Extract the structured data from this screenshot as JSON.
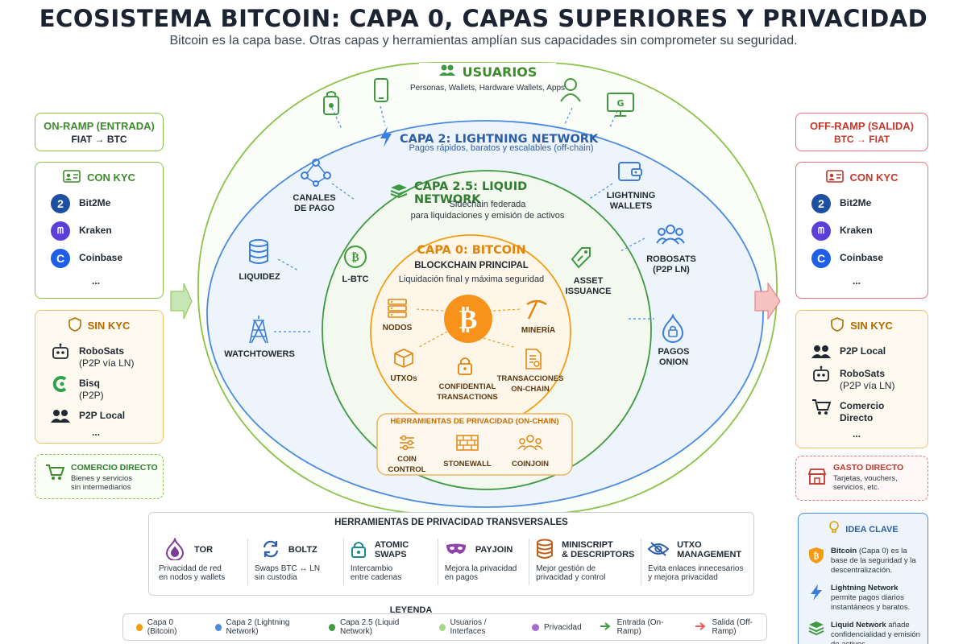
{
  "title": "ECOSISTEMA BITCOIN: CAPA 0, CAPAS SUPERIORES Y PRIVACIDAD",
  "subtitle": "Bitcoin es la capa base. Otras capas y herramientas amplían sus capacidades sin comprometer su seguridad.",
  "colors": {
    "orange": "#f39c12",
    "blue": "#3b7ddd",
    "green": "#3f9a3f",
    "lightgreen": "#8bc34a",
    "purple": "#8e44ad",
    "red": "#d63b3b"
  },
  "onramp": {
    "title": "ON-RAMP (ENTRADA)",
    "sub": "FIAT → BTC",
    "kyc": {
      "title": "CON KYC",
      "items": [
        {
          "name": "Bit2Me",
          "icon": "bit2me-logo"
        },
        {
          "name": "Kraken",
          "icon": "kraken-logo"
        },
        {
          "name": "Coinbase",
          "icon": "coinbase-logo"
        }
      ],
      "more": "..."
    },
    "nokyc": {
      "title": "SIN KYC",
      "items": [
        {
          "name": "RoboSats",
          "sub": "(P2P vía LN)",
          "icon": "robot-icon"
        },
        {
          "name": "Bisq",
          "sub": "(P2P)",
          "icon": "bisq-logo"
        },
        {
          "name": "P2P Local",
          "sub": "",
          "icon": "people-icon"
        }
      ],
      "more": "..."
    },
    "commerce": {
      "title": "COMERCIO DIRECTO",
      "desc1": "Bienes y servicios",
      "desc2": "sin intermediarios"
    }
  },
  "offramp": {
    "title": "OFF-RAMP (SALIDA)",
    "sub": "BTC → FIAT",
    "kyc": {
      "title": "CON KYC",
      "items": [
        {
          "name": "Bit2Me",
          "icon": "bit2me-logo"
        },
        {
          "name": "Kraken",
          "icon": "kraken-logo"
        },
        {
          "name": "Coinbase",
          "icon": "coinbase-logo"
        }
      ],
      "more": "..."
    },
    "nokyc": {
      "title": "SIN KYC",
      "items": [
        {
          "name": "P2P Local",
          "sub": "",
          "icon": "people-icon"
        },
        {
          "name": "RoboSats",
          "sub": "(P2P vía LN)",
          "icon": "robot-icon"
        },
        {
          "name": "Comercio",
          "sub": "Directo",
          "icon": "cart-icon"
        }
      ],
      "more": "..."
    },
    "spend": {
      "title": "GASTO DIRECTO",
      "desc1": "Tarjetas, vouchers,",
      "desc2": "servicios, etc."
    }
  },
  "users": {
    "title": "USUARIOS",
    "desc": "Personas, Wallets, Hardware Wallets, Apps"
  },
  "layer2": {
    "title": "CAPA 2: LIGHTNING NETWORK",
    "desc": "Pagos rápidos, baratos y escalables (off-chain)",
    "nodes": {
      "channels": "CANALES\nDE PAGO",
      "liquidity": "LIQUIDEZ",
      "watchtowers": "WATCHTOWERS",
      "wallets": "LIGHTNING\nWALLETS",
      "robosats": "ROBOSATS\n(P2P LN)",
      "onion": "PAGOS\nONION"
    }
  },
  "layer25": {
    "title": "CAPA 2.5: LIQUID NETWORK",
    "desc1": "Sidechain federada",
    "desc2": "para liquidaciones y emisión de activos",
    "lbtc": "L-BTC",
    "asset": "ASSET\nISSUANCE"
  },
  "layer0": {
    "title": "CAPA 0: BITCOIN",
    "sub": "BLOCKCHAIN PRINCIPAL",
    "desc": "Liquidación final y máxima seguridad",
    "nodes": {
      "nodos": "NODOS",
      "mineria": "MINERÍA",
      "utxos": "UTXOs",
      "confidential": "CONFIDENTIAL\nTRANSACTIONS",
      "txs": "TRANSACCIONES\nON-CHAIN"
    }
  },
  "onchain_privacy": {
    "title": "HERRAMIENTAS DE PRIVACIDAD (ON-CHAIN)",
    "coin": "COIN\nCONTROL",
    "stonewall": "STONEWALL",
    "coinjoin": "COINJOIN"
  },
  "transversal": {
    "title": "Herramientas de privacidad transversales",
    "tools": [
      {
        "name": "TOR",
        "desc": "Privacidad de red\nen nodos y wallets",
        "icon": "tor-icon"
      },
      {
        "name": "BOLTZ",
        "desc": "Swaps BTC ↔ LN\nsin custodia",
        "icon": "swap-icon"
      },
      {
        "name": "ATOMIC SWAPS",
        "desc": "Intercambio\nentre cadenas",
        "icon": "lock-icon"
      },
      {
        "name": "PAYJOIN",
        "desc": "Mejora la privacidad\nen pagos",
        "icon": "mask-icon"
      },
      {
        "name": "MINISCRIPT\n& DESCRIPTORS",
        "desc": "Mejor gestión de\nprivacidad y control",
        "icon": "database-icon"
      },
      {
        "name": "UTXO\nMANAGEMENT",
        "desc": "Evita enlaces innecesarios\ny mejora privacidad",
        "icon": "eye-off-icon"
      }
    ]
  },
  "legend": {
    "title": "LEYENDA",
    "items": [
      {
        "label": "Capa 0 (Bitcoin)",
        "color": "#f39c12",
        "kind": "dot"
      },
      {
        "label": "Capa 2 (Lightning Network)",
        "color": "#4a8be0",
        "kind": "dot"
      },
      {
        "label": "Capa 2.5 (Liquid Network)",
        "color": "#3f9a3f",
        "kind": "dot"
      },
      {
        "label": "Usuarios / Interfaces",
        "color": "#a5d88a",
        "kind": "dot"
      },
      {
        "label": "Privacidad",
        "color": "#a66cc9",
        "kind": "dot"
      },
      {
        "label": "Entrada (On-Ramp)",
        "color": "#3f9a3f",
        "kind": "arrow"
      },
      {
        "label": "Salida (Off-Ramp)",
        "color": "#e85c5c",
        "kind": "arrow"
      }
    ]
  },
  "idea": {
    "title": "IDEA CLAVE",
    "items": [
      {
        "b": "Bitcoin",
        "t": " (Capa 0) es la base de la seguridad y la descentralización."
      },
      {
        "b": "Lightning Network",
        "t": " permite pagos diarios instantáneos y baratos."
      },
      {
        "b": "Liquid Network",
        "t": " añade confidencialidad y emisión de activos."
      }
    ]
  }
}
